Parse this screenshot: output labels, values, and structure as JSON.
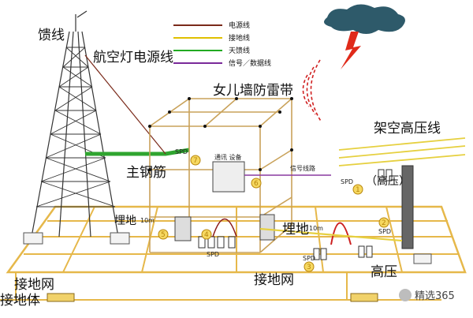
{
  "labels": {
    "feeder": "馈线",
    "aviation_light_power": "航空灯电源线",
    "parapet_lightning_strip": "女儿墙防雷带",
    "main_rebar": "主钢筋",
    "buried_ground_left": "埋地",
    "buried_ground_right": "埋地",
    "overhead_hv_line": "架空高压线",
    "hv_paren": "（高压）",
    "high_voltage": "高压",
    "ground_grid_left": "接地网",
    "ground_grid_mid": "接地网",
    "ground_body": "接地体",
    "signal_line": "信号线路",
    "comm_equipment": "通讯  设备",
    "spd_a": "SPD",
    "spd_b": "SPD",
    "spd_c": "SPD",
    "spd_d": "SPD",
    "spd_e": "SPD",
    "dist_a": "10m",
    "dist_b": "10m",
    "num_1": "1",
    "num_2": "2",
    "num_3": "3",
    "num_4": "4",
    "num_5": "5",
    "num_6": "6",
    "num_7": "7"
  },
  "legend": [
    {
      "label": "电源线",
      "color": "#7a2a1a"
    },
    {
      "label": "接地线",
      "color": "#e0c000"
    },
    {
      "label": "天馈线",
      "color": "#22aa22"
    },
    {
      "label": "信号／数据线",
      "color": "#7a2a9a"
    }
  ],
  "watermark": "精选365",
  "colors": {
    "ground_line": "#e6b84a",
    "building_frame": "#c9a25a",
    "power_line": "#7a2a1a",
    "antenna_line": "#2fa52f",
    "signal_line": "#8a3aa0",
    "lightning_bolt": "#e02a1a",
    "radio_wave": "#d02020",
    "cloud": "#2e5a6a",
    "tower": "#333333"
  },
  "icons": [
    "cloud-icon",
    "lightning-bolt-icon",
    "radio-wave-icon",
    "tower-icon",
    "wechat-icon"
  ]
}
